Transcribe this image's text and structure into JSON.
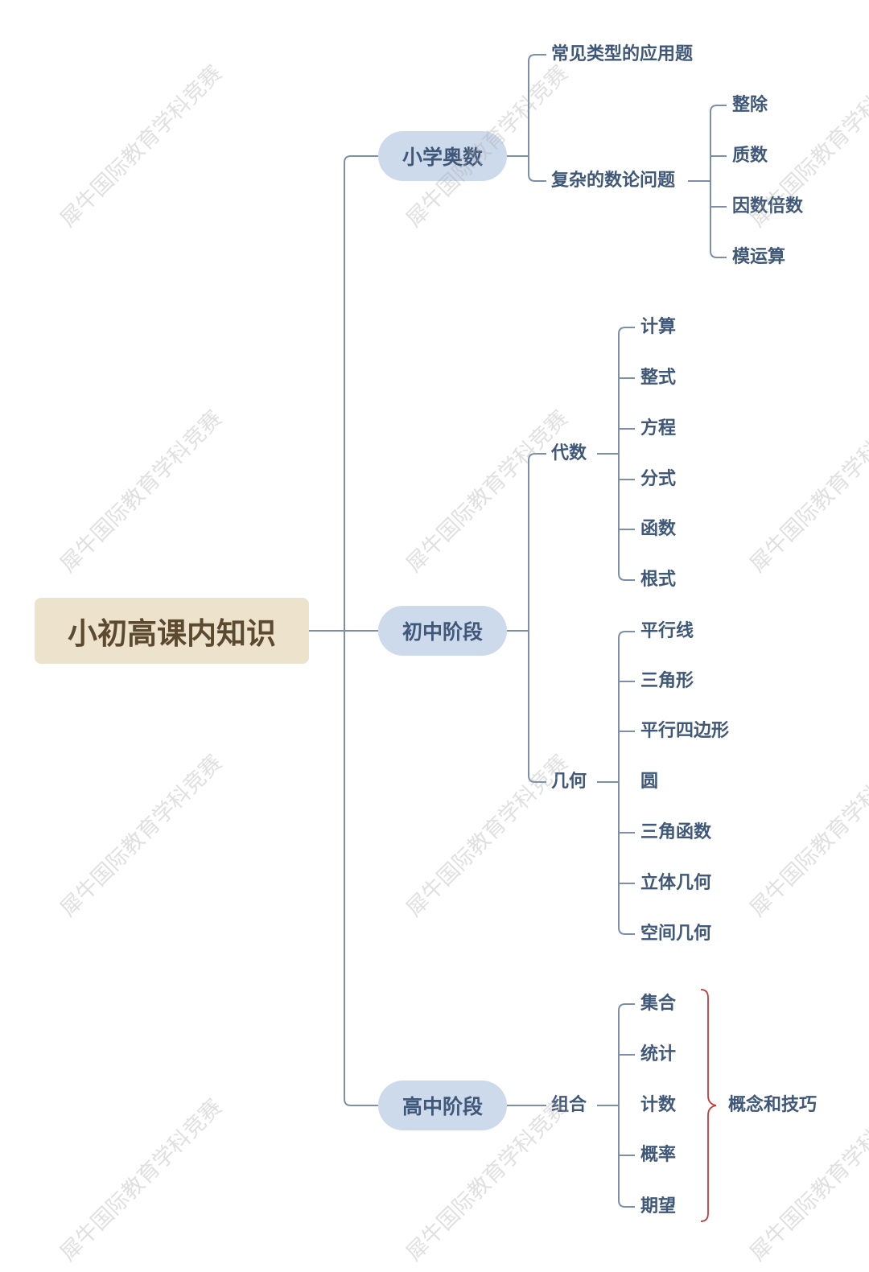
{
  "root": "小初高课内知识",
  "stages": {
    "primary": "小学奥数",
    "middle": "初中阶段",
    "high": "高中阶段"
  },
  "primary": {
    "apps": "常见类型的应用题",
    "number_theory": "复杂的数论问题",
    "nt_items": [
      "整除",
      "质数",
      "因数倍数",
      "模运算"
    ]
  },
  "middle": {
    "algebra": "代数",
    "algebra_items": [
      "计算",
      "整式",
      "方程",
      "分式",
      "函数",
      "根式"
    ],
    "geometry": "几何",
    "geometry_items": [
      "平行线",
      "三角形",
      "平行四边形",
      "圆",
      "三角函数",
      "立体几何",
      "空间几何"
    ]
  },
  "high": {
    "combinatorics": "组合",
    "comb_items": [
      "集合",
      "统计",
      "计数",
      "概率",
      "期望"
    ],
    "summary": "概念和技巧"
  },
  "watermark": "犀牛国际教育学科竞赛",
  "colors": {
    "line": "#7d8fa8",
    "brace": "#c23b3b",
    "root_fill": "#ede3cd",
    "root_text": "#5b4a30",
    "pill_fill": "#cddaec",
    "text": "#3f5778"
  }
}
